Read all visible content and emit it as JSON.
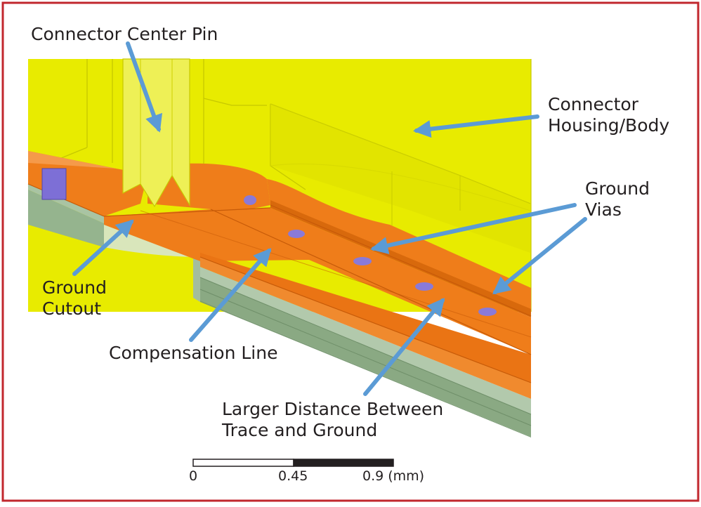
{
  "labels": {
    "center_pin": "Connector Center Pin",
    "housing_line1": "Connector",
    "housing_line2": "Housing/Body",
    "vias_line1": "Ground",
    "vias_line2": "Vias",
    "cutout_line1": "Ground",
    "cutout_line2": "Cutout",
    "compensation": "Compensation Line",
    "distance_line1": "Larger Distance Between",
    "distance_line2": "Trace and Ground"
  },
  "scale_bar": {
    "tick_0": "0",
    "tick_1": "0.45",
    "tick_2": "0.9 (mm)"
  },
  "colors": {
    "frame": "#c1272d",
    "housing": "#e8eb00",
    "copper": "#ef7d1a",
    "substrate": "#8aa983",
    "via": "#8a7ad8",
    "arrow": "#5b9bd5",
    "text": "#231f20"
  }
}
